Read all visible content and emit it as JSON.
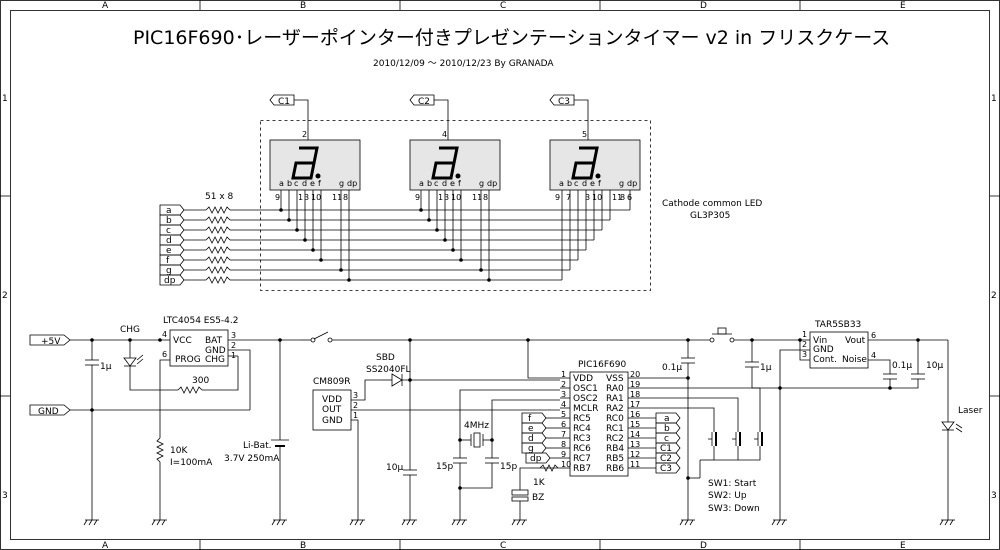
{
  "title": "PIC16F690･レーザーポインター付きプレゼンテーションタイマー v2 in フリスクケース",
  "subtitle": "2010/12/09 ～ 2010/12/23  By  GRANADA",
  "grid": {
    "cols": [
      "A",
      "B",
      "C",
      "D",
      "E"
    ],
    "rows": [
      "1",
      "2",
      "3"
    ]
  },
  "digits": {
    "connectors": [
      "C1",
      "C2",
      "C3"
    ],
    "common_pins": [
      "2",
      "4",
      "5"
    ],
    "seg_letters": [
      "a",
      "b",
      "c",
      "d",
      "e",
      "f",
      "g",
      "dp"
    ],
    "pin_labels": [
      [
        "9",
        "1",
        "3",
        "10",
        "11",
        "8"
      ],
      [
        "9",
        "1",
        "3",
        "10",
        "11",
        "8"
      ],
      [
        "9",
        "7",
        "3",
        "10",
        "11",
        "8",
        "6"
      ]
    ]
  },
  "resistor_array": {
    "label": "51 x 8",
    "inputs": [
      "a",
      "b",
      "c",
      "d",
      "e",
      "f",
      "g",
      "dp"
    ]
  },
  "led_note": [
    "Cathode common LED",
    "GL3P305"
  ],
  "power": {
    "plus5v": "+5V",
    "gnd": "GND"
  },
  "charger": {
    "name": "LTC4054 ES5-4.2",
    "vcc": "VCC",
    "bat": "BAT",
    "gnd": "GND",
    "prog": "PROG",
    "chg": "CHG",
    "pin_vcc": "4",
    "pin_prog": "6",
    "pin_bat": "3",
    "pin_gnd": "2",
    "pin_chg": "1",
    "chg_led_label": "CHG",
    "r300": "300",
    "c1u": "1μ",
    "r10k": "10K",
    "i_note": "I=100mA"
  },
  "battery": [
    "Li-Bat.",
    "3.7V 250mA"
  ],
  "sbd": [
    "SBD",
    "SS2040FL"
  ],
  "reset": {
    "name": "CM809R",
    "vdd": "VDD",
    "out": "OUT",
    "gnd": "GND",
    "pins": [
      "3",
      "2",
      "1"
    ]
  },
  "mcu": {
    "name": "PIC16F690",
    "left_pins": [
      "1",
      "2",
      "3",
      "4",
      "5",
      "6",
      "7",
      "8",
      "9",
      "10"
    ],
    "left_names": [
      "VDD",
      "OSC1",
      "OSC2",
      "MCLR",
      "RC5",
      "RC4",
      "RC3",
      "RC6",
      "RC7",
      "RB7"
    ],
    "right_pins": [
      "20",
      "19",
      "18",
      "17",
      "16",
      "15",
      "14",
      "13",
      "12",
      "11"
    ],
    "right_names": [
      "VSS",
      "RA0",
      "RA1",
      "RA2",
      "RC0",
      "RC1",
      "RC2",
      "RB4",
      "RB5",
      "RB6"
    ],
    "left_tags": [
      "f",
      "e",
      "d",
      "g",
      "dp"
    ],
    "right_tags": [
      "a",
      "b",
      "c",
      "C1",
      "C2",
      "C3"
    ]
  },
  "parts": {
    "c10u": "10μ",
    "c15p_a": "15p",
    "c15p_b": "15p",
    "xtal": "4MHz",
    "r1k": "1K",
    "bz": "BZ",
    "c01u": "0.1μ",
    "c1u_b": "1μ",
    "c01u_b": "0.1μ",
    "c10u_b": "10μ"
  },
  "switches": [
    "SW1: Start",
    "SW2: Up",
    "SW3: Down"
  ],
  "regulator": {
    "name": "TAR5SB33",
    "vin": "Vin",
    "vout": "Vout",
    "gnd": "GND",
    "cont": "Cont.",
    "noise": "Noise",
    "pins": [
      "1",
      "2",
      "3",
      "6",
      "4"
    ]
  },
  "laser": "Laser"
}
